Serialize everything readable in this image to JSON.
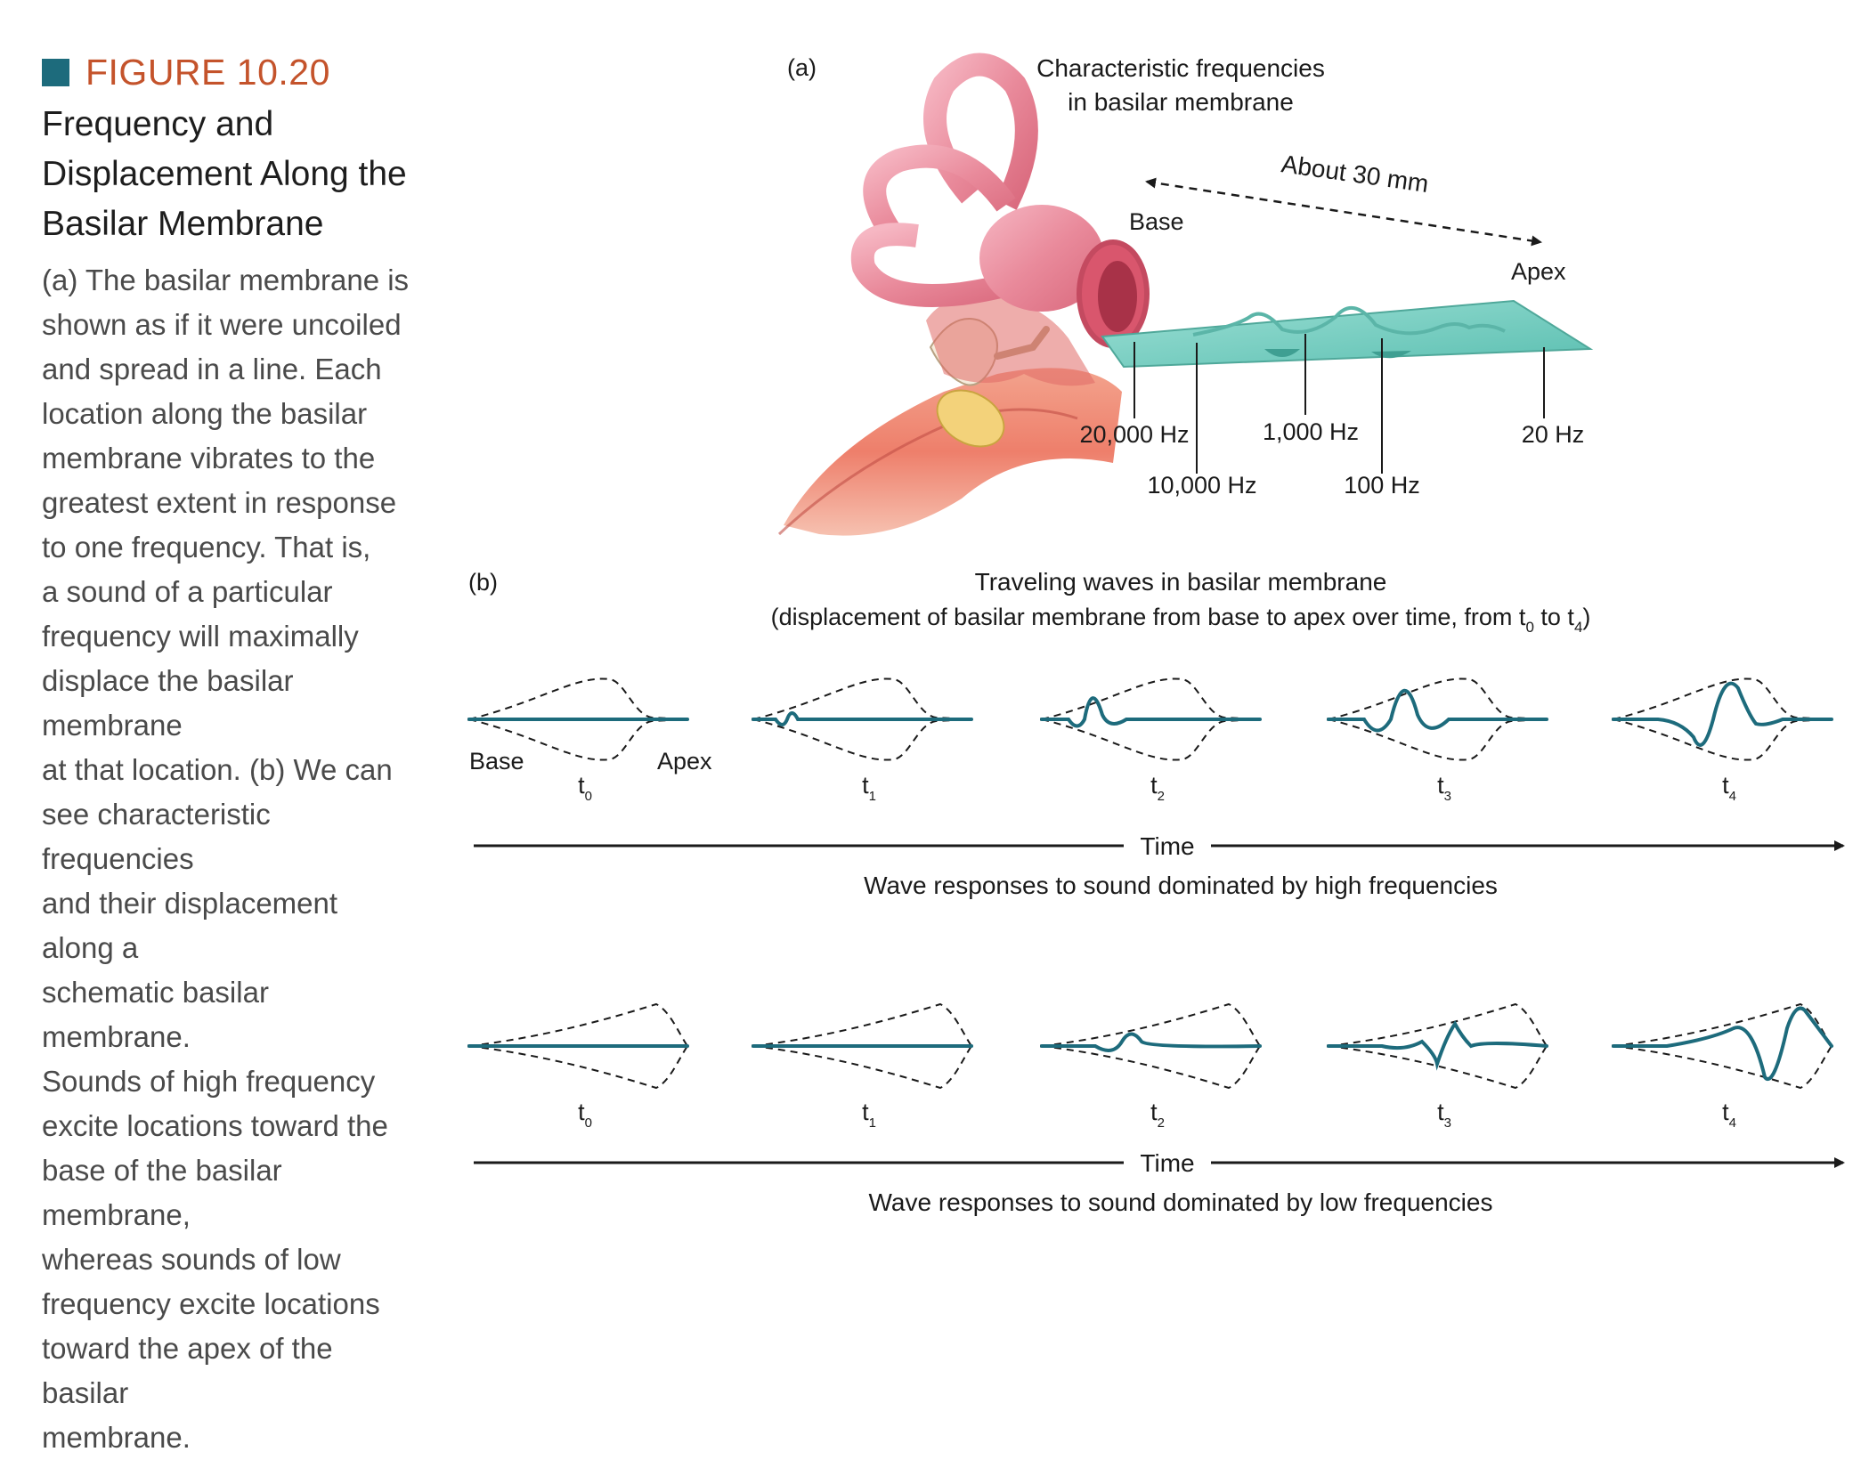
{
  "caption": {
    "figure_label": "FIGURE 10.20",
    "title_lines": [
      "Frequency and",
      "Displacement Along the",
      "Basilar Membrane"
    ],
    "body_lines": [
      "(a) The basilar membrane is",
      "shown as if it were uncoiled",
      "and spread in a line. Each",
      "location along the basilar",
      "membrane vibrates to the",
      "greatest extent in response",
      "to one frequency. That is,",
      "a sound of a particular",
      "frequency will maximally",
      "displace the basilar membrane",
      "at that location. (b) We can",
      "see characteristic frequencies",
      "and their displacement along a",
      "schematic basilar membrane.",
      "Sounds of high frequency",
      "excite locations toward the",
      "base of the basilar membrane,",
      "whereas sounds of low",
      "frequency excite locations",
      "toward the apex of the basilar",
      "membrane."
    ],
    "accent_color": "#c4532b",
    "square_color": "#1d6b7c"
  },
  "panel_a": {
    "label": "(a)",
    "title_lines": [
      "Characteristic frequencies",
      "in basilar membrane"
    ],
    "length_label": "About 30 mm",
    "base_label": "Base",
    "apex_label": "Apex",
    "frequencies": [
      "20,000 Hz",
      "10,000 Hz",
      "1,000 Hz",
      "100 Hz",
      "20 Hz"
    ],
    "membrane_color": "#7fd0c4"
  },
  "panel_b": {
    "label": "(b)",
    "title": "Traveling waves in basilar membrane",
    "subtitle": "(displacement of basilar membrane from base to apex over time, from t",
    "subtitle_sub0": "0",
    "subtitle_mid": " to t",
    "subtitle_sub4": "4",
    "subtitle_end": ")",
    "base_label": "Base",
    "apex_label": "Apex",
    "time_label": "Time",
    "time_steps": [
      {
        "t": "t",
        "sub": "0"
      },
      {
        "t": "t",
        "sub": "1"
      },
      {
        "t": "t",
        "sub": "2"
      },
      {
        "t": "t",
        "sub": "3"
      },
      {
        "t": "t",
        "sub": "4"
      }
    ],
    "high_caption": "Wave responses to sound dominated by high frequencies",
    "low_caption": "Wave responses to sound dominated by low frequencies",
    "wave_color": "#1d6b7c"
  }
}
